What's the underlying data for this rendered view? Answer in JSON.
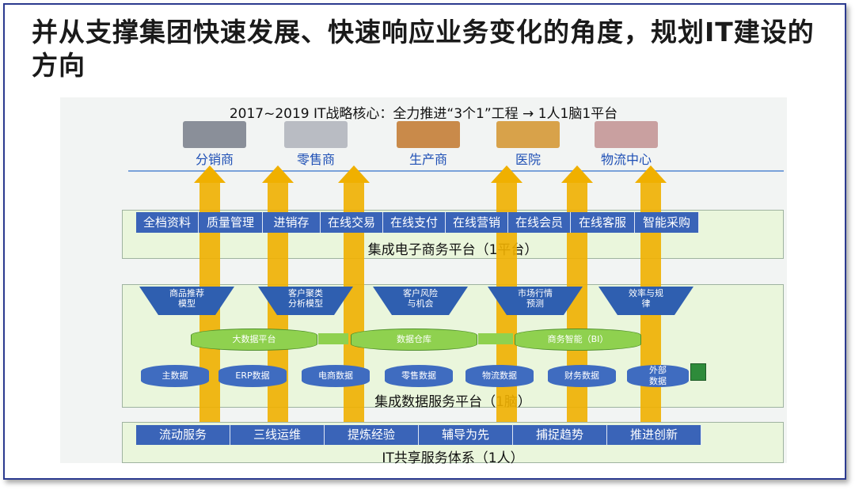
{
  "title": "并从支撑集团快速发展、快速响应业务变化的角度，规划IT建设的方向",
  "diagram": {
    "subtitle": "2017~2019 IT战略核心：全力推进“3个1”工程 → 1人1脑1平台",
    "actors": [
      {
        "label": "分销商",
        "icon": "warehouse-icon"
      },
      {
        "label": "零售商",
        "icon": "store-icon"
      },
      {
        "label": "生产商",
        "icon": "factory-icon"
      },
      {
        "label": "医院",
        "icon": "hospital-icon"
      },
      {
        "label": "物流中心",
        "icon": "logistics-icon"
      }
    ],
    "platform_modules": [
      "全档资料",
      "质量管理",
      "进销存",
      "在线交易",
      "在线支付",
      "在线营销",
      "在线会员",
      "在线客服",
      "智能采购"
    ],
    "platform_label": "集成电子商务平台（1平台）",
    "funnels": [
      "商品推荐\n模型",
      "客户聚类\n分析模型",
      "客户风险\n与机会",
      "市场行情\n预测",
      "效率与规\n律"
    ],
    "warehouses": [
      "大数据平台",
      "数据仓库",
      "商务智能（BI）"
    ],
    "sources": [
      "主数据",
      "ERP数据",
      "电商数据",
      "零售数据",
      "物流数据",
      "财务数据",
      "外部\n数据"
    ],
    "data_label": "集成数据服务平台（1脑）",
    "services": [
      "流动服务",
      "三线运维",
      "提炼经验",
      "辅导为先",
      "捕捉趋势",
      "推进创新"
    ],
    "service_label": "IT共享服务体系（1人）"
  },
  "colors": {
    "blue": "#3a64b8",
    "gold": "#f0b000",
    "green": "#8fd14f",
    "band": "#eaf6dc"
  }
}
